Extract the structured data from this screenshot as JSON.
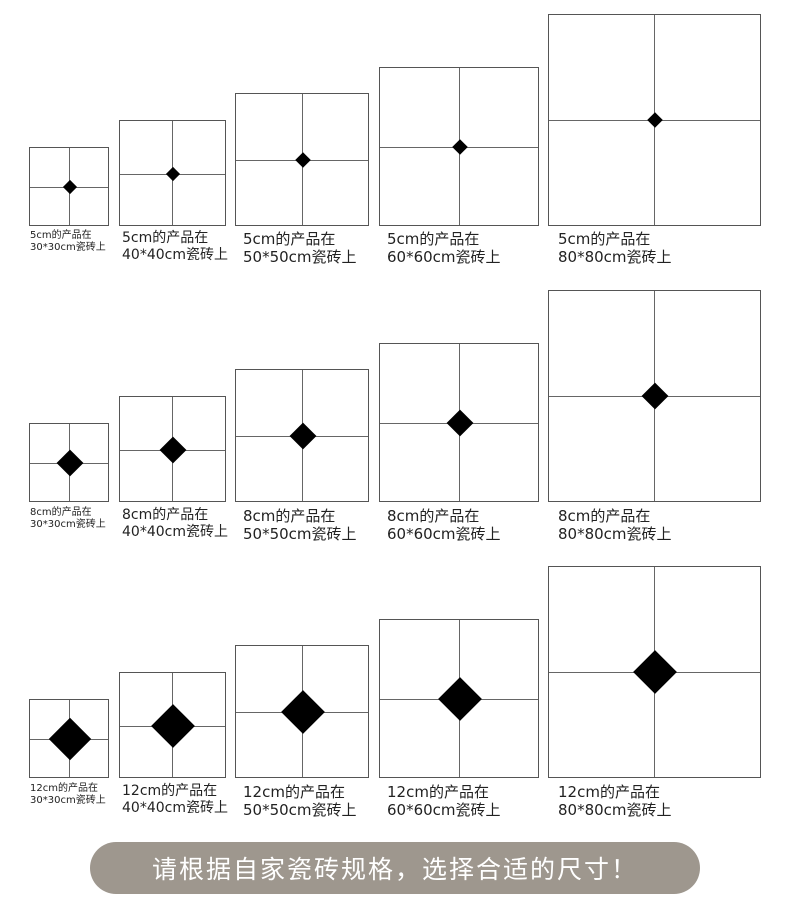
{
  "rows": [
    {
      "product": "5cm",
      "tiles": [
        {
          "line1": "5cm的产品在",
          "line2": "30*30cm瓷砖上"
        },
        {
          "line1": "5cm的产品在",
          "line2": "40*40cm瓷砖上"
        },
        {
          "line1": "5cm的产品在",
          "line2": "50*50cm瓷砖上"
        },
        {
          "line1": "5cm的产品在",
          "line2": "60*60cm瓷砖上"
        },
        {
          "line1": "5cm的产品在",
          "line2": "80*80cm瓷砖上"
        }
      ]
    },
    {
      "product": "8cm",
      "tiles": [
        {
          "line1": "8cm的产品在",
          "line2": "30*30cm瓷砖上"
        },
        {
          "line1": "8cm的产品在",
          "line2": "40*40cm瓷砖上"
        },
        {
          "line1": "8cm的产品在",
          "line2": "50*50cm瓷砖上"
        },
        {
          "line1": "8cm的产品在",
          "line2": "60*60cm瓷砖上"
        },
        {
          "line1": "8cm的产品在",
          "line2": "80*80cm瓷砖上"
        }
      ]
    },
    {
      "product": "12cm",
      "tiles": [
        {
          "line1": "12cm的产品在",
          "line2": "30*30cm瓷砖上"
        },
        {
          "line1": "12cm的产品在",
          "line2": "40*40cm瓷砖上"
        },
        {
          "line1": "12cm的产品在",
          "line2": "50*50cm瓷砖上"
        },
        {
          "line1": "12cm的产品在",
          "line2": "60*60cm瓷砖上"
        },
        {
          "line1": "12cm的产品在",
          "line2": "80*80cm瓷砖上"
        }
      ]
    }
  ],
  "banner": {
    "text": "请根据自家瓷砖规格，选择合适的尺寸！",
    "color": "#9e978e"
  }
}
